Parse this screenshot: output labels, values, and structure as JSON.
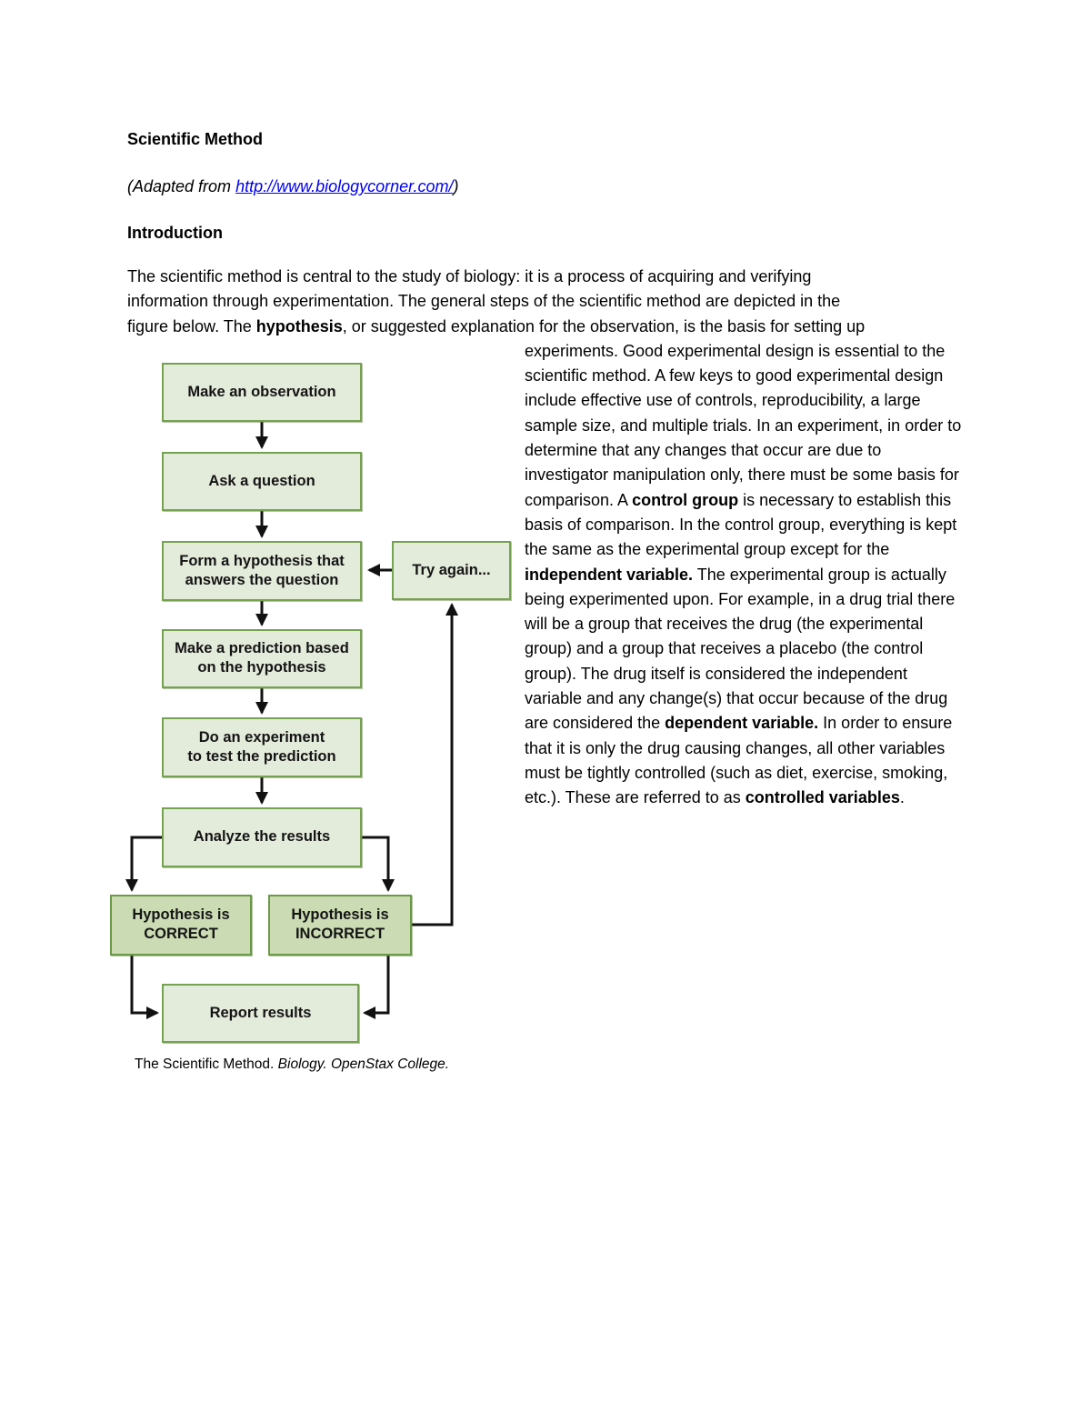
{
  "header": {
    "title": "Scientific Method",
    "adapted_segments": [
      {
        "text": "(Adapted from ",
        "italic": true
      },
      {
        "text": "http://www.biologycorner.com/",
        "italic": true,
        "link": true
      },
      {
        "text": ")",
        "italic": true
      }
    ],
    "section_heading": "Introduction"
  },
  "intro": {
    "lead_segments": [
      {
        "text": "The scientific method is central to the study of biology: it is a process of acquiring and verifying information through experimentation. The general steps of the scientific method are depicted in the figure below. The "
      },
      {
        "text": "hypothesis",
        "bold": true
      },
      {
        "text": ", or suggested explanation for the observation, is the basis for setting up"
      }
    ],
    "wrap_segments": [
      {
        "text": "experiments. Good experimental design is essential to the scientific method. A few keys to good experimental design include effective use of controls, reproducibility, a large sample size, and multiple trials. In an experiment, in order to determine that any changes that occur are due to investigator manipulation only, there must be some basis for comparison. A "
      },
      {
        "text": "control group",
        "bold": true
      },
      {
        "text": " is necessary to establish this basis of comparison. In the control group, everything is kept the same as the experimental group except for the "
      },
      {
        "text": "independent variable.",
        "bold": true
      },
      {
        "text": " The experimental group is actually being experimented upon. For example, in a drug trial there will be a group that receives the drug (the experimental group) and a group that receives a placebo (the control group). The drug itself is considered the independent variable and any change(s) that occur because of the drug are considered the "
      },
      {
        "text": "dependent variable.",
        "bold": true
      },
      {
        "text": " In order to ensure that it is only the drug causing changes, all other variables must be tightly controlled (such as diet, exercise, smoking, etc.). These are referred to as "
      },
      {
        "text": "controlled variables",
        "bold": true
      },
      {
        "text": "."
      }
    ]
  },
  "figure": {
    "nodes": {
      "observation": "Make an observation",
      "question": "Ask a question",
      "hypothesis": "Form a hypothesis that\nanswers the question",
      "try_again": "Try again...",
      "prediction": "Make a prediction based\non the hypothesis",
      "experiment": "Do an experiment\nto test the prediction",
      "analyze": "Analyze the results",
      "correct": "Hypothesis is\nCORRECT",
      "incorrect": "Hypothesis is\nINCORRECT",
      "report": "Report results"
    },
    "edges": [
      {
        "from": "observation",
        "to": "question"
      },
      {
        "from": "question",
        "to": "hypothesis"
      },
      {
        "from": "try_again",
        "to": "hypothesis"
      },
      {
        "from": "hypothesis",
        "to": "prediction"
      },
      {
        "from": "prediction",
        "to": "experiment"
      },
      {
        "from": "experiment",
        "to": "analyze"
      },
      {
        "from": "analyze",
        "to": "correct"
      },
      {
        "from": "analyze",
        "to": "incorrect"
      },
      {
        "from": "correct",
        "to": "report"
      },
      {
        "from": "incorrect",
        "to": "report"
      },
      {
        "from": "incorrect",
        "to": "try_again"
      }
    ],
    "caption_segments": [
      {
        "text": "The Scientific Method. "
      },
      {
        "text": "Biology.",
        "italic": true
      },
      {
        "text": " "
      },
      {
        "text": "OpenStax College.",
        "italic": true
      }
    ],
    "colors": {
      "box_fill_light": "#e3ebdb",
      "box_fill_dark": "#cbdcb4",
      "box_border": "#75a151",
      "arrow": "#111111",
      "link_blue": "#0000ee"
    }
  }
}
